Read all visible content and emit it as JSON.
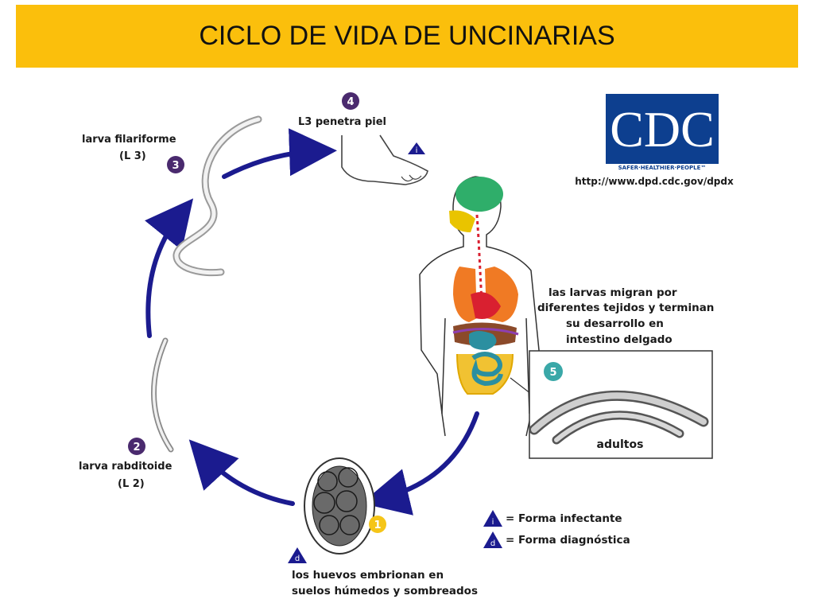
{
  "title": "CICLO DE VIDA DE UNCINARIAS",
  "logo": {
    "text": "CDC",
    "tagline": "SAFER·HEALTHIER·PEOPLE™",
    "url": "http://www.dpd.cdc.gov/dpdx"
  },
  "stages": {
    "s1": {
      "number": "1"
    },
    "s2": {
      "number": "2",
      "line1": "larva rabditoide",
      "line2": "(L 2)"
    },
    "s3": {
      "number": "3",
      "line1": "larva filariforme",
      "line2": "(L 3)"
    },
    "s4": {
      "number": "4",
      "text": "L3 penetra piel"
    },
    "s5": {
      "number": "5",
      "text": "adultos"
    }
  },
  "migration": {
    "line1": "las larvas migran por",
    "line2": "diferentes tejidos y terminan",
    "line3": "su desarrollo en",
    "line4": "intestino delgado"
  },
  "eggs": {
    "line1": "los huevos embrionan en",
    "line2": "suelos húmedos y sombreados"
  },
  "legend": {
    "infective": {
      "letter": "i",
      "text": "= Forma infectante"
    },
    "diagnostic": {
      "letter": "d",
      "text": "= Forma diagnóstica"
    }
  },
  "colors": {
    "title_bg": "#fbbf0c",
    "arrow": "#1b1b8f",
    "stage_badge": "#4a2a6e",
    "egg_badge": "#f5c518",
    "adult_badge": "#3aa8a8",
    "cdc_blue": "#0d3f8f"
  }
}
